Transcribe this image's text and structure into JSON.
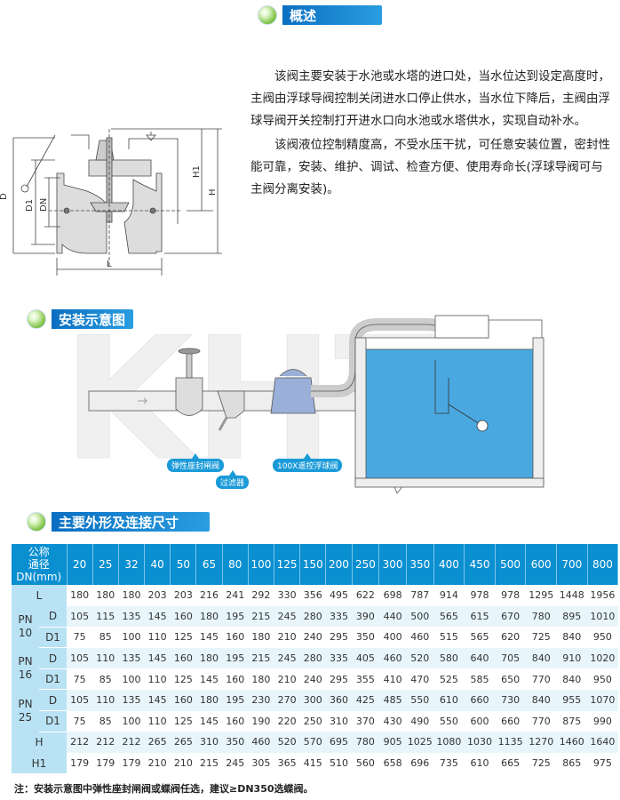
{
  "sections": {
    "overview": "概述",
    "installation": "安装示意图",
    "dimensions": "主要外形及连接尺寸"
  },
  "intro": {
    "paragraph1": "该阀主要安装于水池或水塔的进口处，当水位达到设定高度时，主阀由浮球导阀控制关闭进水口停止供水，当水位下降后，主阀由浮球导阀开关控制打开进水口向水池或水塔供水，实现自动补水。",
    "paragraph2": "该阀液位控制精度高，不受水压干扰，可任意安装位置，密封性能可靠，安装、维护、调试、检查方便、使用寿命长(浮球导阀可与主阀分离安装)。"
  },
  "valve_drawing": {
    "labels": {
      "D": "D",
      "D1": "D1",
      "DN": "DN",
      "L": "L",
      "H": "H",
      "H1": "H1"
    }
  },
  "installation": {
    "watermark": "KHT",
    "labels": {
      "gate_valve": "弹性座封闸阀",
      "filter": "过滤器",
      "float_valve": "100X遥控浮球阀"
    }
  },
  "table": {
    "corner": [
      "公称",
      "通径",
      "DN(mm)"
    ],
    "dn": [
      "20",
      "25",
      "32",
      "40",
      "50",
      "65",
      "80",
      "100",
      "125",
      "150",
      "200",
      "250",
      "300",
      "350",
      "400",
      "450",
      "500",
      "600",
      "700",
      "800"
    ],
    "rows": [
      {
        "group": "",
        "label": "L",
        "values": [
          "180",
          "180",
          "180",
          "203",
          "203",
          "216",
          "241",
          "292",
          "330",
          "356",
          "495",
          "622",
          "698",
          "787",
          "914",
          "978",
          "978",
          "1295",
          "1448",
          "1956"
        ]
      },
      {
        "group": "PN 10",
        "label": "D",
        "values": [
          "105",
          "115",
          "135",
          "145",
          "160",
          "180",
          "195",
          "215",
          "245",
          "280",
          "335",
          "390",
          "440",
          "500",
          "565",
          "615",
          "670",
          "780",
          "895",
          "1010"
        ]
      },
      {
        "group": "PN 10",
        "label": "D1",
        "values": [
          "75",
          "85",
          "100",
          "110",
          "125",
          "145",
          "160",
          "180",
          "210",
          "240",
          "295",
          "350",
          "400",
          "460",
          "515",
          "565",
          "620",
          "725",
          "840",
          "950"
        ]
      },
      {
        "group": "PN 16",
        "label": "D",
        "values": [
          "105",
          "110",
          "135",
          "145",
          "160",
          "180",
          "195",
          "215",
          "245",
          "280",
          "335",
          "405",
          "460",
          "520",
          "580",
          "640",
          "705",
          "840",
          "910",
          "1020"
        ]
      },
      {
        "group": "PN 16",
        "label": "D1",
        "values": [
          "75",
          "85",
          "100",
          "110",
          "125",
          "145",
          "160",
          "180",
          "210",
          "240",
          "295",
          "355",
          "410",
          "470",
          "525",
          "585",
          "650",
          "770",
          "840",
          "950"
        ]
      },
      {
        "group": "PN 25",
        "label": "D",
        "values": [
          "105",
          "110",
          "135",
          "145",
          "160",
          "180",
          "195",
          "230",
          "270",
          "300",
          "360",
          "425",
          "485",
          "550",
          "610",
          "660",
          "730",
          "840",
          "955",
          "1070"
        ]
      },
      {
        "group": "PN 25",
        "label": "D1",
        "values": [
          "75",
          "85",
          "100",
          "110",
          "125",
          "145",
          "160",
          "190",
          "220",
          "250",
          "310",
          "370",
          "430",
          "490",
          "550",
          "600",
          "660",
          "770",
          "875",
          "990"
        ]
      },
      {
        "group": "",
        "label": "H",
        "values": [
          "212",
          "212",
          "212",
          "265",
          "265",
          "310",
          "350",
          "460",
          "520",
          "570",
          "695",
          "780",
          "905",
          "1025",
          "1080",
          "1030",
          "1135",
          "1270",
          "1460",
          "1640"
        ]
      },
      {
        "group": "",
        "label": "H1",
        "values": [
          "179",
          "179",
          "179",
          "210",
          "210",
          "215",
          "245",
          "305",
          "365",
          "415",
          "510",
          "560",
          "658",
          "696",
          "735",
          "610",
          "665",
          "725",
          "865",
          "975"
        ]
      }
    ],
    "groups": {
      "pn10": [
        "PN",
        "10"
      ],
      "pn16": [
        "PN",
        "16"
      ],
      "pn25": [
        "PN",
        "25"
      ]
    }
  },
  "note": "注：安装示意图中弹性座封闸阀或蝶阀任选，建议≥DN350选蝶阀。",
  "colors": {
    "header": "#0a8fd0",
    "row_header": "#b9e3f5",
    "row_alt": "#e8f6fc",
    "section_bar": "#0a6fc2"
  }
}
